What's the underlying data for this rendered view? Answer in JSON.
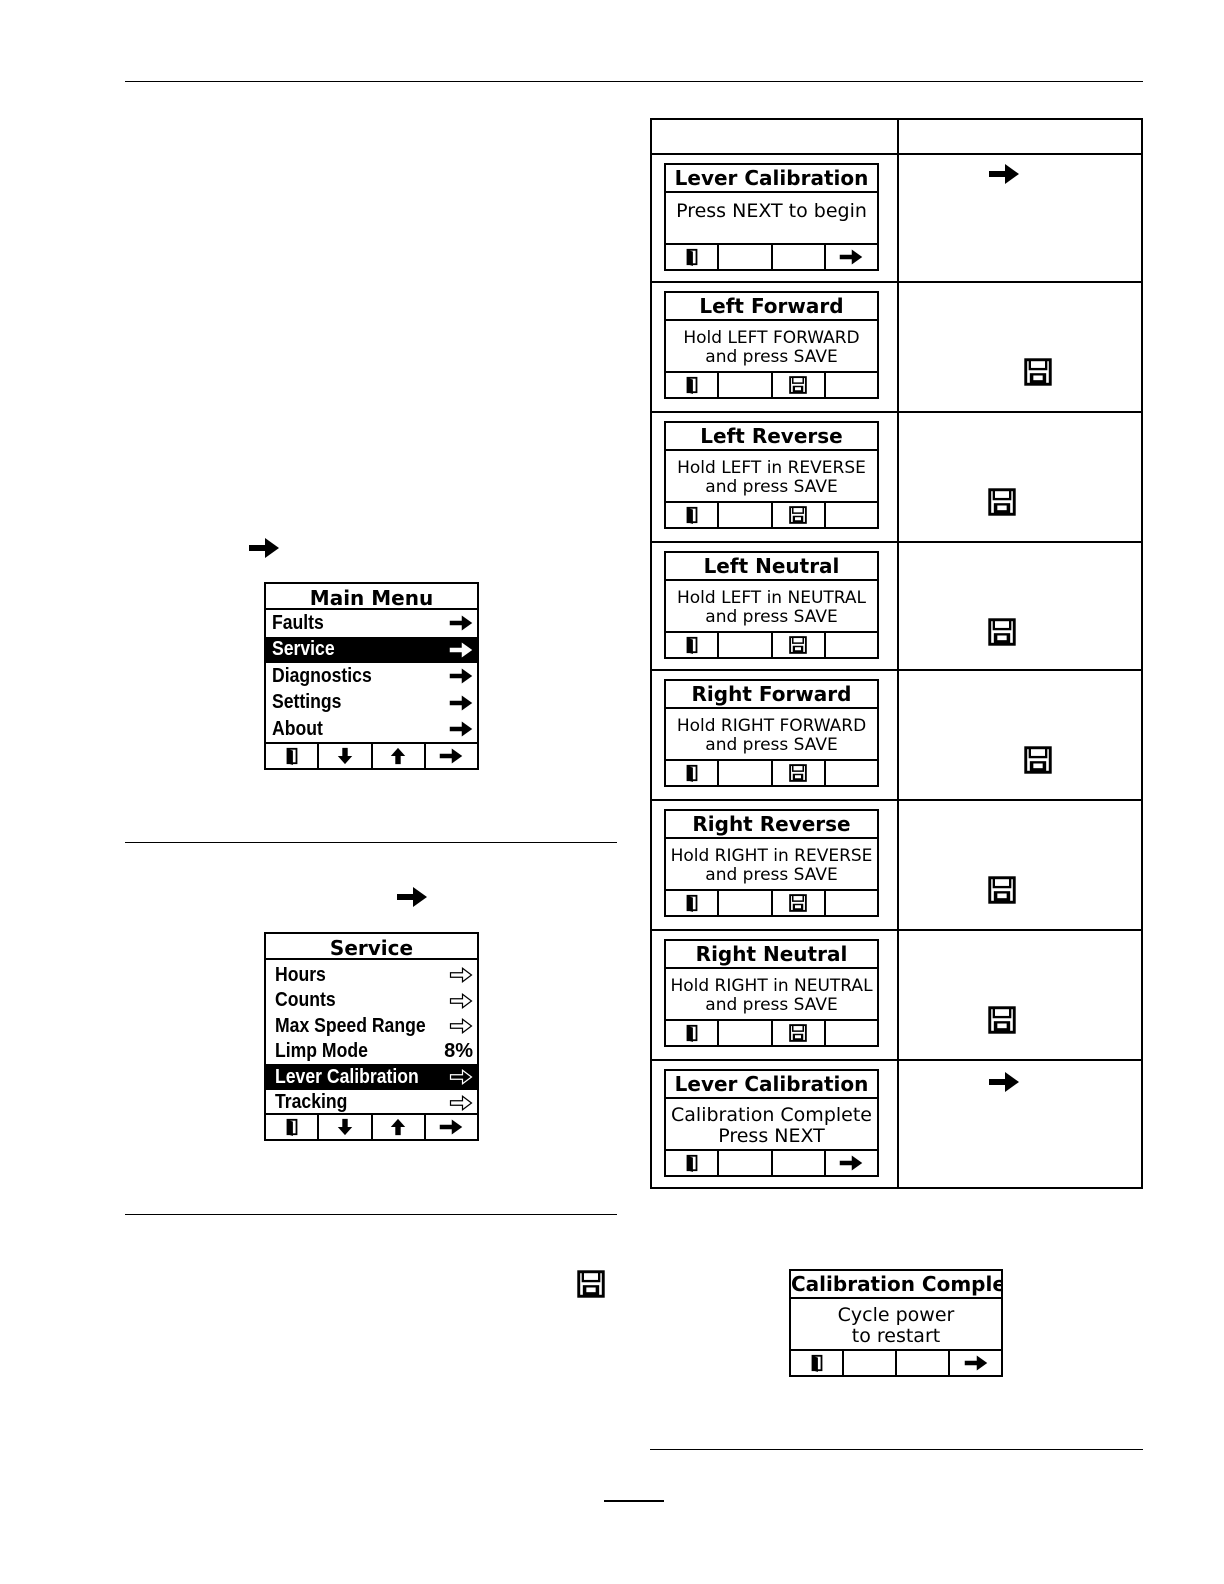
{
  "main_menu": {
    "title": "Main Menu",
    "items": [
      {
        "label": "Faults",
        "icon": "arrow-right-icon",
        "selected": false
      },
      {
        "label": "Service",
        "icon": "arrow-right-icon",
        "selected": true
      },
      {
        "label": "Diagnostics",
        "icon": "arrow-right-icon",
        "selected": false
      },
      {
        "label": "Settings",
        "icon": "arrow-right-icon",
        "selected": false
      },
      {
        "label": "About",
        "icon": "arrow-right-icon",
        "selected": false
      }
    ],
    "keys": [
      "exit-icon",
      "arrow-down-icon",
      "arrow-up-icon",
      "arrow-right-icon"
    ]
  },
  "service_menu": {
    "title": "Service",
    "items": [
      {
        "label": "Hours",
        "value": "",
        "selected": false
      },
      {
        "label": "Counts",
        "value": "",
        "selected": false
      },
      {
        "label": "Max Speed Range",
        "value": "",
        "selected": false
      },
      {
        "label": "Limp Mode",
        "value": "8%",
        "selected": false
      },
      {
        "label": "Lever Calibration",
        "value": "",
        "selected": true
      },
      {
        "label": "Tracking",
        "value": "",
        "selected": false
      }
    ],
    "keys": [
      "exit-icon",
      "arrow-down-icon",
      "arrow-up-icon",
      "arrow-right-icon"
    ]
  },
  "calibration_steps": [
    {
      "title": "Lever Calibration",
      "lines": [
        "Press NEXT to begin"
      ],
      "keys": [
        "exit-icon",
        "",
        "",
        "arrow-right-icon"
      ],
      "action_icon": "arrow-right-icon"
    },
    {
      "title": "Left Forward",
      "lines": [
        "Hold LEFT FORWARD",
        "and press SAVE"
      ],
      "keys": [
        "exit-icon",
        "",
        "save-icon",
        ""
      ],
      "action_icon": "save-icon"
    },
    {
      "title": "Left Reverse",
      "lines": [
        "Hold LEFT in REVERSE",
        "and press SAVE"
      ],
      "keys": [
        "exit-icon",
        "",
        "save-icon",
        ""
      ],
      "action_icon": "save-icon"
    },
    {
      "title": "Left Neutral",
      "lines": [
        "Hold LEFT in NEUTRAL",
        "and press SAVE"
      ],
      "keys": [
        "exit-icon",
        "",
        "save-icon",
        ""
      ],
      "action_icon": "save-icon"
    },
    {
      "title": "Right Forward",
      "lines": [
        "Hold RIGHT FORWARD",
        "and press SAVE"
      ],
      "keys": [
        "exit-icon",
        "",
        "save-icon",
        ""
      ],
      "action_icon": "save-icon"
    },
    {
      "title": "Right Reverse",
      "lines": [
        "Hold RIGHT in REVERSE",
        "and press SAVE"
      ],
      "keys": [
        "exit-icon",
        "",
        "save-icon",
        ""
      ],
      "action_icon": "save-icon"
    },
    {
      "title": "Right Neutral",
      "lines": [
        "Hold RIGHT in NEUTRAL",
        "and press SAVE"
      ],
      "keys": [
        "exit-icon",
        "",
        "save-icon",
        ""
      ],
      "action_icon": "save-icon"
    },
    {
      "title": "Lever Calibration",
      "lines": [
        "Calibration Complete",
        "Press NEXT"
      ],
      "keys": [
        "exit-icon",
        "",
        "",
        "arrow-right-icon"
      ],
      "action_icon": "arrow-right-icon"
    }
  ],
  "complete_screen": {
    "title": "Calibration Complete",
    "lines": [
      "Cycle power",
      "to restart"
    ],
    "keys": [
      "exit-icon",
      "",
      "",
      "arrow-right-icon"
    ]
  }
}
